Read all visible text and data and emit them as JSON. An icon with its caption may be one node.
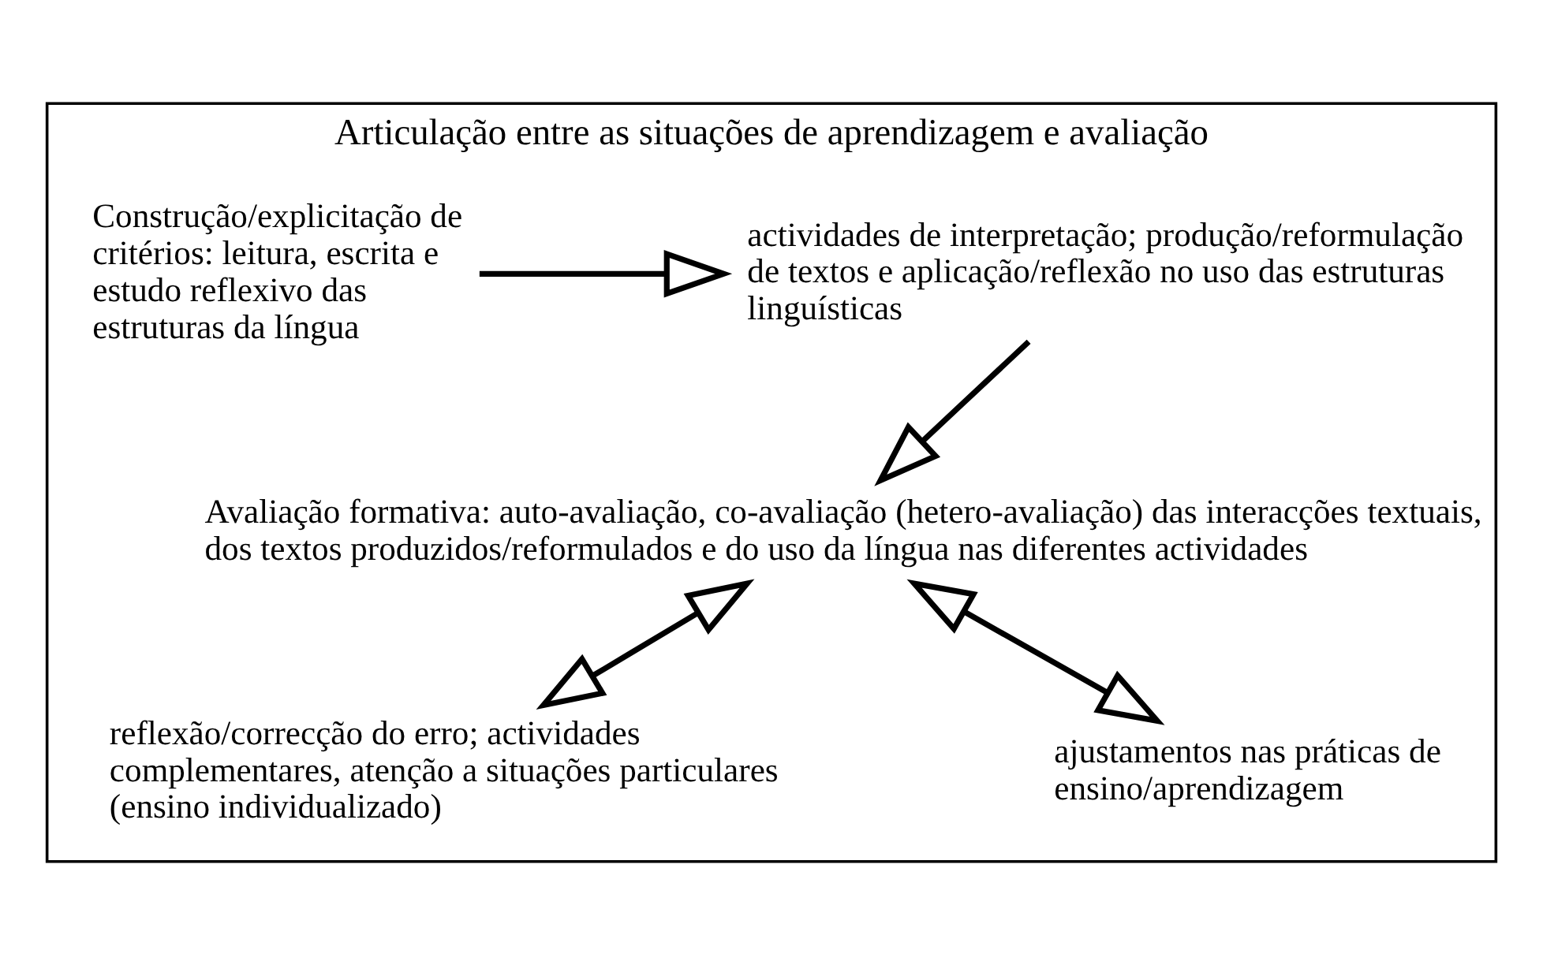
{
  "diagram": {
    "nodes": [
      {
        "text": [
          "Articulação entre as situações de aprendizagem e avaliação"
        ]
      },
      {
        "text": [
          "Construção/explicitação de critérios: leitura, escrita e estudo reflexivo das estruturas da língua"
        ],
        "in": 0
      },
      {
        "text": [
          "actividades de interpretação; produção/reformulação de textos e aplicação/reflexão no uso das estruturas linguísticas"
        ],
        "in": 0
      },
      {
        "text": [
          "Avaliação formativa: auto-avaliação, co-avaliação (hetero-avaliação) das interacções textuais, dos textos produzidos/reformulados e do uso da língua nas diferentes actividades"
        ],
        "in": 0
      },
      {
        "text": [
          "reflexão/correcção do erro; actividades complementares, atenção a situações particulares (ensino individualizado)"
        ],
        "in": 0
      },
      {
        "text": [
          "ajustamentos nas práticas de ensino/aprendizagem"
        ],
        "in": 0
      }
    ],
    "edges": [
      {
        "from": 1,
        "to": 2,
        "arrow": "to"
      },
      {
        "from": 2,
        "to": 3,
        "arrow": "to"
      },
      {
        "from": 3,
        "to": 4,
        "arrow": "both"
      },
      {
        "from": 3,
        "to": 5,
        "arrow": "both"
      }
    ]
  }
}
